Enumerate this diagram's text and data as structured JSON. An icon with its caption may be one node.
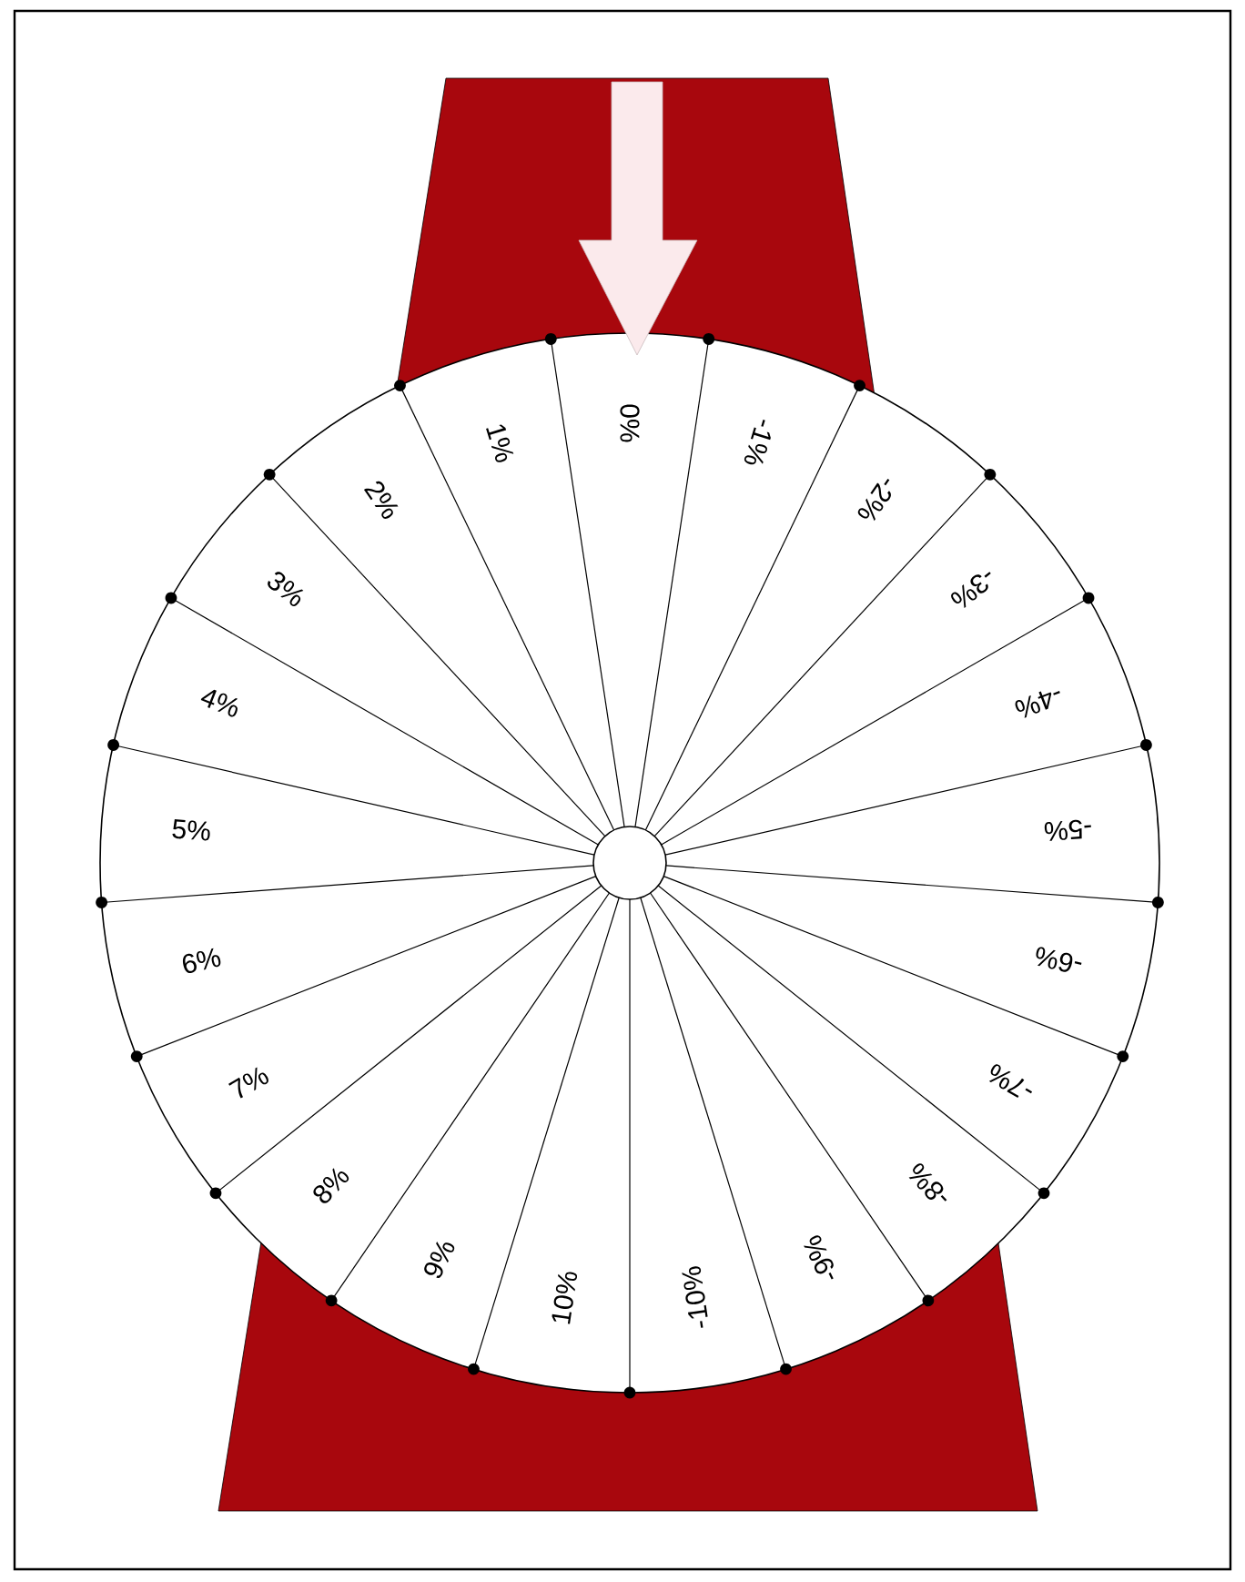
{
  "diagram": {
    "labels": [
      "0%",
      "-1%",
      "-2%",
      "-3%",
      "-4%",
      "-5%",
      "-6%",
      "-7%",
      "-8%",
      "-9%",
      "-10%",
      "10%",
      "9%",
      "8%",
      "7%",
      "6%",
      "5%",
      "4%",
      "3%",
      "2%",
      "1%"
    ]
  }
}
